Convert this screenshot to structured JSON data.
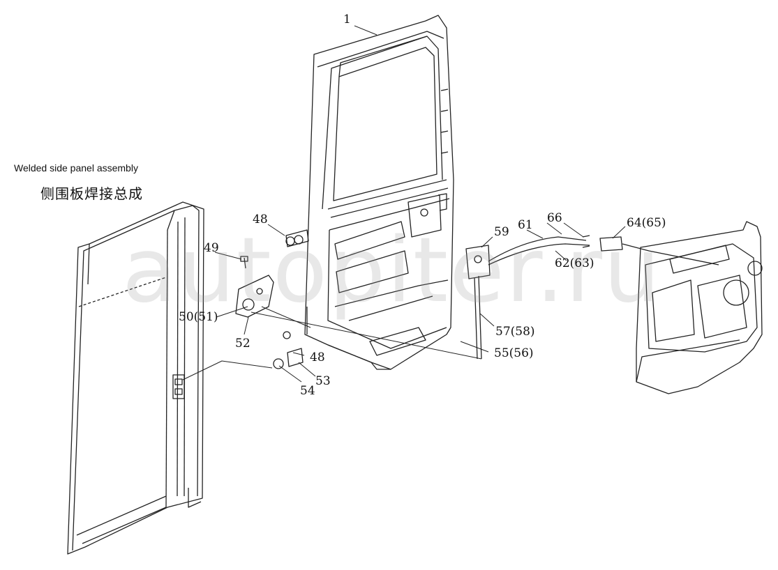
{
  "captions": {
    "en": "Welded side panel assembly",
    "cn": "侧围板焊接总成"
  },
  "callouts": {
    "c1": "1",
    "c48a": "48",
    "c49": "49",
    "c50": "50(51)",
    "c52": "52",
    "c48b": "48",
    "c53": "53",
    "c54": "54",
    "c59": "59",
    "c61": "61",
    "c66": "66",
    "c64": "64(65)",
    "c62": "62(63)",
    "c57": "57(58)",
    "c55": "55(56)"
  },
  "watermark": "autopiter.ru",
  "colors": {
    "line": "#222222",
    "watermark": "#9a9a9a"
  }
}
